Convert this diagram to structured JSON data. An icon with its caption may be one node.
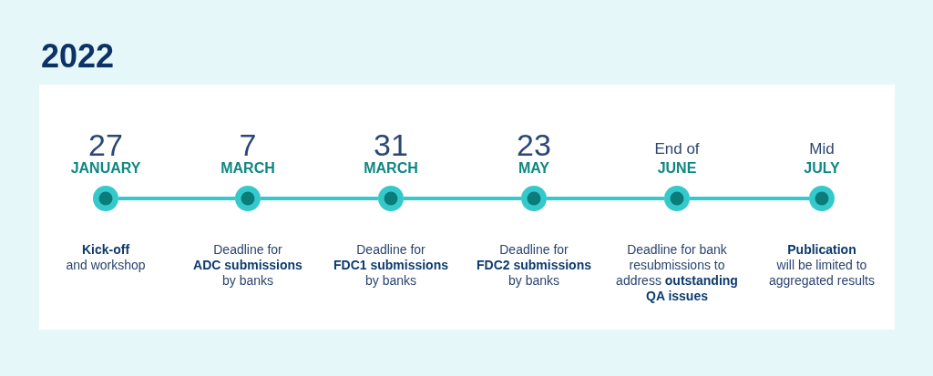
{
  "diagram": {
    "title": "2022",
    "nodes": [
      {
        "text": [],
        "shape": "circle",
        "beside": [
          "27",
          "JANUARY",
          "**Kick-off** and workshop"
        ]
      },
      {
        "text": [],
        "shape": "circle",
        "beside": [
          "7",
          "MARCH",
          "Deadline for **ADC submissions** by banks"
        ]
      },
      {
        "text": [],
        "shape": "circle",
        "beside": [
          "31",
          "MARCH",
          "Deadline for **FDC1 submissions** by banks"
        ]
      },
      {
        "text": [],
        "shape": "circle",
        "beside": [
          "23",
          "MAY",
          "Deadline for **FDC2 submissions** by banks"
        ]
      },
      {
        "text": [],
        "shape": "circle",
        "beside": [
          "End of",
          "JUNE",
          "Deadline for bank resubmissions to address **outstanding QA issues**"
        ]
      },
      {
        "text": [],
        "shape": "circle",
        "beside": [
          "Mid",
          "JULY",
          "**Publication** will be limited to aggregated results"
        ]
      }
    ],
    "edges": [
      {
        "from": 0,
        "to": 1,
        "arrow": "none"
      },
      {
        "from": 1,
        "to": 2,
        "arrow": "none"
      },
      {
        "from": 2,
        "to": 3,
        "arrow": "none"
      },
      {
        "from": 3,
        "to": 4,
        "arrow": "none"
      },
      {
        "from": 4,
        "to": 5,
        "arrow": "none"
      }
    ]
  }
}
